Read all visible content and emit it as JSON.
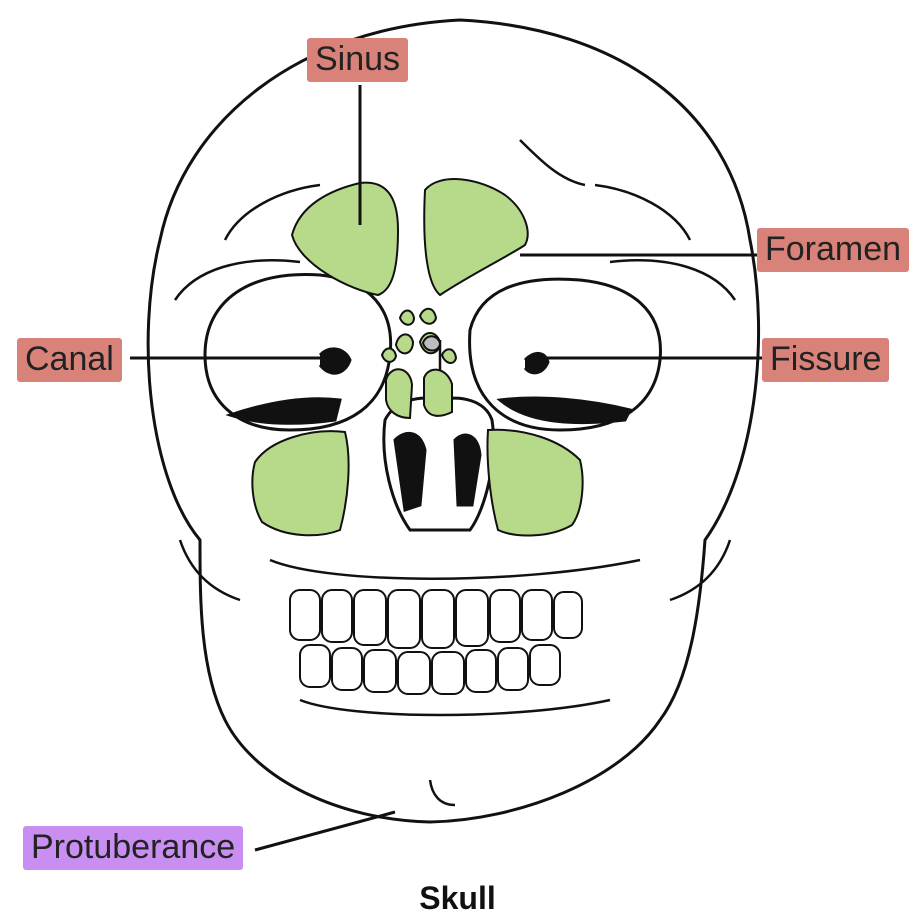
{
  "figure": {
    "caption": "Skull",
    "labels": {
      "sinus": "Sinus",
      "foramen": "Foramen",
      "canal": "Canal",
      "fissure": "Fissure",
      "protuberance": "Protuberance"
    }
  },
  "colors": {
    "highlight_red": "#d9827a",
    "highlight_purple": "#c98ef2",
    "sinus_green": "#b7d98a",
    "outline": "#111111"
  }
}
